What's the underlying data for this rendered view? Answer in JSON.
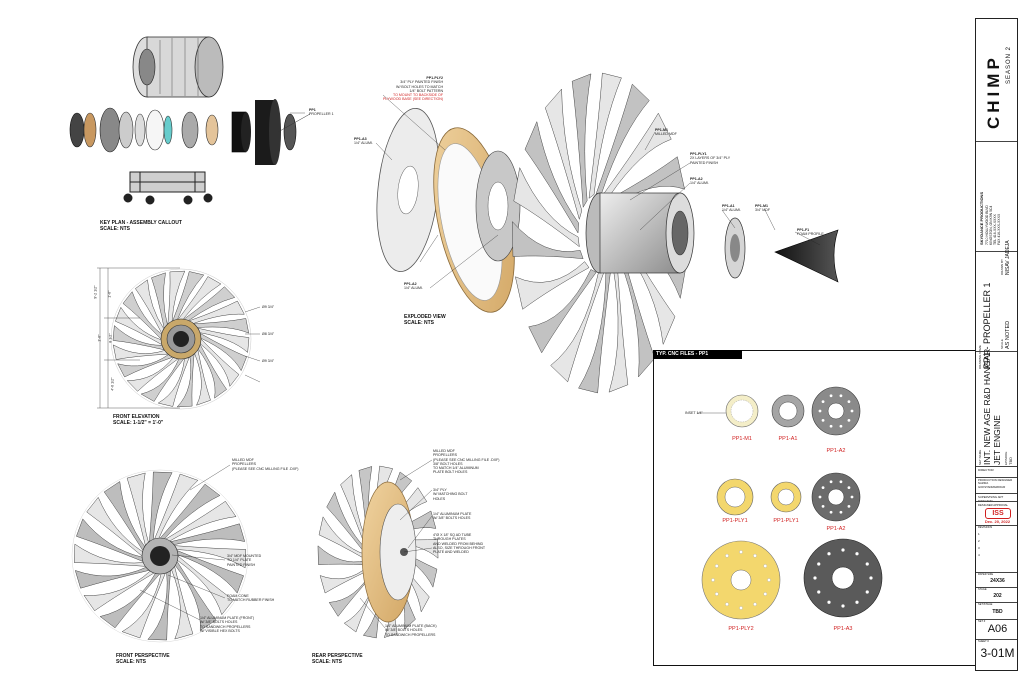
{
  "key_plan": {
    "title": "KEY PLAN - ASSEMBLY CALLOUT",
    "scale": "SCALE: NTS",
    "callout_code": "PP1",
    "callout_name": "PROPELLER 1"
  },
  "front_elevation": {
    "title": "FRONT ELEVATION",
    "scale": "SCALE: 1-1/2\" = 1'-0\"",
    "dims": [
      "9'-2 1/2\"",
      "1'-0\"",
      "1'-6\"",
      "8 1/2\"",
      "4'-6 1/2\"",
      "Ø9 3/4\"",
      "Ø8 3/4\"",
      "Ø9 3/4\""
    ]
  },
  "exploded": {
    "title": "EXPLODED VIEW",
    "scale": "SCALE: NTS",
    "ply2": {
      "code": "PP1-PLY2",
      "text": "3/4\" PLY PAINTED FINISH\nW/ BOLT HOLES TO MATCH\n1/4\" BOLT PATTERN",
      "red_text": "TO MOUNT TO BACKSIDE OF\nPLYWOOD BASE (SEE DIRECTION)"
    },
    "a3": {
      "code": "PP1-A3",
      "text": "1/4\" ALUMI."
    },
    "a2": {
      "code": "PP1-A2",
      "text": "1/4\" ALUMI."
    },
    "m1": {
      "code": "PP1-M1",
      "text": "MILLED MDF"
    },
    "ply1": {
      "code": "PP1-PLY1",
      "text": "2x LAYERS OF 3/4\" PLY\nPAINTED FINISH"
    },
    "a2b": {
      "code": "PP1-A2",
      "text": "1/4\" ALUMI."
    },
    "a1": {
      "code": "PP1-A1",
      "text": "1/4\" ALUMI."
    },
    "m1b": {
      "code": "PP1-M1",
      "text": "3/4\" MDF"
    },
    "f1": {
      "code": "PP1-F1",
      "text": "FOAM PROFILE"
    }
  },
  "front_persp": {
    "title": "FRONT PERSPECTIVE",
    "scale": "SCALE: NTS",
    "notes": [
      "MILLED MDF\nPROPELLERS\n(PLEASE SEE CNC MILLING FILE .DXF)",
      "3/4\" MDF MOUNTED\nTO 1/4\" PLATE\nPAINTED FINISH",
      "FOAM CONE\nTO MATCH RUBBER FINISH",
      "1/4\" ALUMINUM PLATE (FRONT)\nW/ 3/8\" BOLTS HOLES\nTO SANDWICH PROPELLERS\nW/ VISIBLE HEX BOLTS"
    ]
  },
  "rear_persp": {
    "title": "REAR PERSPECTIVE",
    "scale": "SCALE: NTS",
    "notes": [
      "MILLED MDF\nPROPELLERS\n(PLEASE SEE CNC MILLING FILE .DXF)\n3/8\" BOLT HOLES\nTO MATCH 1/4\" ALUMINUM\nPLATE BOLT HOLES",
      "3/4\" PLY\nW/ MATCHING BOLT\nHOLES",
      "1/4\" ALUMINUM PLATE\nW/ 3/8\" BOLTS HOLES",
      "4\"Ø x 18\" SQ AD TUBE\nTHROUGH PLATES\nAND WELDED FROM BEHIND\nALSO, SIZE THROUGH FRONT\nPLATE AND WELDED",
      "1/4\" ALUMINUM PLATE (BACK)\nW/ 3/8\" BOLTS HOLES\nTO SANDWICH PROPELLERS"
    ]
  },
  "cnc": {
    "title": "TYP. CNC FILES - PP1",
    "inset_label": "INSET 1/4\"",
    "items": [
      "PP1-M1",
      "PP1-A1",
      "PP1-A2",
      "PP1-PLY1",
      "PP1-PLY1",
      "PP1-A2",
      "PP1-PLY2",
      "PP1-A3"
    ]
  },
  "title_block": {
    "brand": "CHIMP",
    "season": "SEASON 2",
    "company": "SKYDANCE PRODUCTIONS",
    "address": "7710 HOLLYWOOD BLVD\nKINGSTON, ON K9N 5C4\nTEL 416-XXX-XXXX\nFAX 416-XXX-XXXX",
    "drawing_label": "DRAWING NAME",
    "drawing_name": "PP1 - PROPELLER 1",
    "drawn_by_label": "DRAWN BY",
    "drawn_by": "NISAV JADEJA",
    "scale_label": "SCALE",
    "scale": "AS NOTED",
    "set_label": "SET NAME",
    "set_name": "INT. NEW AGE R&D HANGAR",
    "set_sub": "JET ENGINE",
    "episode_label": "EPISODE",
    "episode": "TBD",
    "director_label": "DIRECTOR",
    "production_designer": "PRODUCTION DESIGNER\nNAZIRA\nGOKSTADMARPAUR",
    "art_director": "SUPERVISING ART DIRECTOR",
    "stamp_label": "DESIGNER APPROVAL",
    "iss": "ISS",
    "iss_date": "Dec. 20, 2022",
    "revisions_label": "REVISIONS",
    "revs": [
      "1",
      "2",
      "3",
      "4"
    ],
    "paper_label": "PAPER SIZE",
    "paper": "24X36",
    "stage_label": "STAGE",
    "stage": "202",
    "location_label": "SET/STAGE",
    "location": "TBD",
    "set_no_label": "SET #",
    "set_no": "A06",
    "sheet_label": "SHEET #",
    "sheet": "3-01M"
  },
  "colors": {
    "ply": "#f2d66b",
    "mdf": "#e9dfc6",
    "alum": "#9d9d9d",
    "dark": "#5a5a5a",
    "accent_red": "#d01f1f"
  }
}
